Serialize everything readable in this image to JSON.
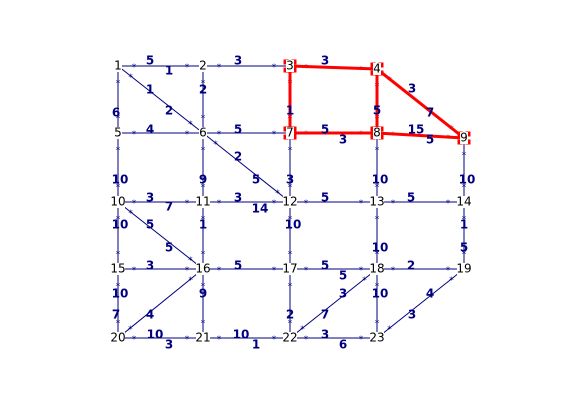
{
  "graph": {
    "colors": {
      "edge": "#000080",
      "highlight": "#ff0000",
      "marker": "#ff0000",
      "text": "#000000",
      "weight": "#000080"
    },
    "nodes": [
      "1",
      "2",
      "3",
      "4",
      "5",
      "6",
      "7",
      "8",
      "9",
      "10",
      "11",
      "12",
      "13",
      "14",
      "15",
      "16",
      "17",
      "18",
      "19",
      "20",
      "21",
      "22",
      "23"
    ],
    "edges": [
      {
        "u": "1",
        "v": "2",
        "w": [
          "5",
          "1"
        ]
      },
      {
        "u": "2",
        "v": "3",
        "w": [
          "3"
        ]
      },
      {
        "u": "3",
        "v": "4",
        "w": [
          "3"
        ],
        "highlight": true
      },
      {
        "u": "1",
        "v": "5",
        "w": [
          "6"
        ]
      },
      {
        "u": "1",
        "v": "6",
        "w": [
          "1",
          "2"
        ]
      },
      {
        "u": "2",
        "v": "6",
        "w": [
          "2"
        ]
      },
      {
        "u": "3",
        "v": "7",
        "w": [
          "1"
        ],
        "highlight": true
      },
      {
        "u": "4",
        "v": "8",
        "w": [
          "5"
        ],
        "highlight": true
      },
      {
        "u": "4",
        "v": "9",
        "w": [
          "3",
          "7"
        ],
        "highlight": true
      },
      {
        "u": "5",
        "v": "6",
        "w": [
          "4"
        ]
      },
      {
        "u": "6",
        "v": "7",
        "w": [
          "5"
        ]
      },
      {
        "u": "7",
        "v": "8",
        "w": [
          "5",
          "3"
        ],
        "highlight": true
      },
      {
        "u": "8",
        "v": "9",
        "w": [
          "15",
          "5"
        ],
        "highlight": true
      },
      {
        "u": "5",
        "v": "10",
        "w": [
          "10"
        ]
      },
      {
        "u": "6",
        "v": "11",
        "w": [
          "9"
        ]
      },
      {
        "u": "6",
        "v": "12",
        "w": [
          "2",
          "5"
        ]
      },
      {
        "u": "7",
        "v": "12",
        "w": [
          "3"
        ]
      },
      {
        "u": "8",
        "v": "13",
        "w": [
          "10"
        ]
      },
      {
        "u": "9",
        "v": "14",
        "w": [
          "10"
        ]
      },
      {
        "u": "10",
        "v": "11",
        "w": [
          "3",
          "7"
        ]
      },
      {
        "u": "11",
        "v": "12",
        "w": [
          "3",
          "14"
        ]
      },
      {
        "u": "12",
        "v": "13",
        "w": [
          "5"
        ]
      },
      {
        "u": "13",
        "v": "14",
        "w": [
          "5"
        ]
      },
      {
        "u": "10",
        "v": "15",
        "w": [
          "10"
        ]
      },
      {
        "u": "10",
        "v": "16",
        "w": [
          "5",
          "5"
        ]
      },
      {
        "u": "11",
        "v": "16",
        "w": [
          "1"
        ]
      },
      {
        "u": "12",
        "v": "17",
        "w": [
          "10"
        ]
      },
      {
        "u": "13",
        "v": "18",
        "w": [
          "10"
        ]
      },
      {
        "u": "14",
        "v": "19",
        "w": [
          "1",
          "5"
        ]
      },
      {
        "u": "15",
        "v": "16",
        "w": [
          "3"
        ]
      },
      {
        "u": "16",
        "v": "17",
        "w": [
          "5"
        ]
      },
      {
        "u": "17",
        "v": "18",
        "w": [
          "5",
          "5"
        ]
      },
      {
        "u": "18",
        "v": "19",
        "w": [
          "2"
        ]
      },
      {
        "u": "15",
        "v": "20",
        "w": [
          "10",
          "7"
        ]
      },
      {
        "u": "16",
        "v": "20",
        "w": [
          "4"
        ]
      },
      {
        "u": "16",
        "v": "21",
        "w": [
          "9"
        ]
      },
      {
        "u": "17",
        "v": "22",
        "w": [
          "2"
        ]
      },
      {
        "u": "18",
        "v": "22",
        "w": [
          "3",
          "7"
        ]
      },
      {
        "u": "18",
        "v": "23",
        "w": [
          "10"
        ]
      },
      {
        "u": "19",
        "v": "23",
        "w": [
          "4",
          "3"
        ]
      },
      {
        "u": "20",
        "v": "21",
        "w": [
          "10",
          "3"
        ]
      },
      {
        "u": "21",
        "v": "22",
        "w": [
          "10",
          "1"
        ]
      },
      {
        "u": "22",
        "v": "23",
        "w": [
          "3",
          "6"
        ]
      }
    ]
  }
}
